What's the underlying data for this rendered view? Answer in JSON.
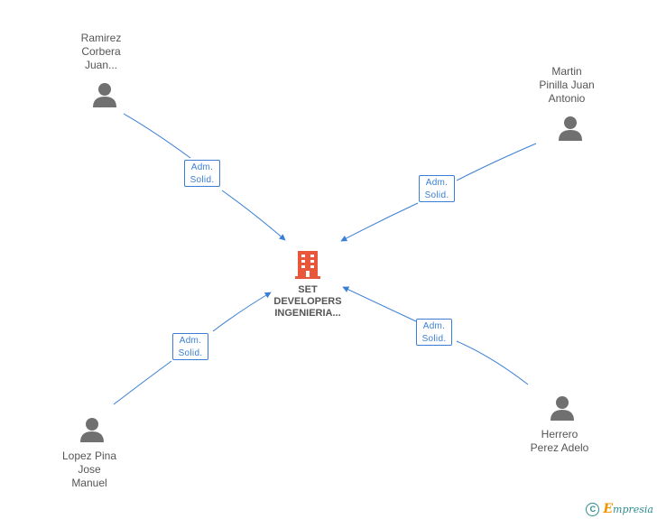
{
  "company": {
    "name": "SET\nDEVELOPERS\nINGENIERIA...",
    "icon": "building-icon",
    "icon_color": "#e8573a"
  },
  "people": [
    {
      "id": "p1",
      "name": "Ramirez\nCorbera\nJuan...",
      "role": "Adm.\nSolid."
    },
    {
      "id": "p2",
      "name": "Martin\nPinilla Juan\nAntonio",
      "role": "Adm.\nSolid."
    },
    {
      "id": "p3",
      "name": "Lopez Pina\nJose\nManuel",
      "role": "Adm.\nSolid."
    },
    {
      "id": "p4",
      "name": "Herrero\nPerez Adelo",
      "role": "Adm.\nSolid."
    }
  ],
  "role_line1": "Adm.",
  "role_line2": "Solid.",
  "colors": {
    "edge": "#3a7fd5",
    "person_icon": "#707070",
    "label_text": "#555555",
    "brand": "#2e8b8b",
    "brand_accent": "#f29400"
  },
  "brand": {
    "copyright_symbol": "C",
    "name_initial": "E",
    "name_rest": "mpresia"
  }
}
